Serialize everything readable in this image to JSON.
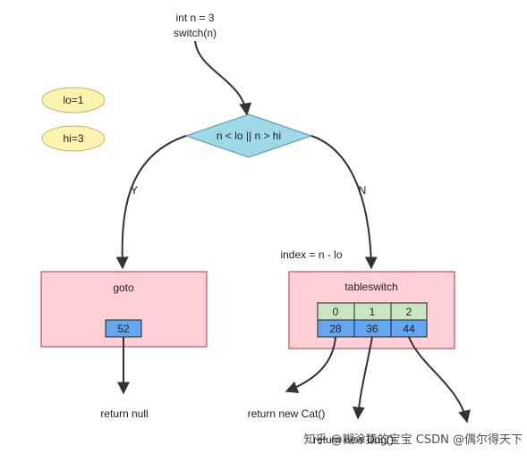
{
  "start": {
    "line1": "int n = 3",
    "line2": "switch(n)"
  },
  "vars": [
    {
      "label": "lo=1"
    },
    {
      "label": "hi=3"
    }
  ],
  "decision": {
    "label": "n < lo || n > hi"
  },
  "branches": {
    "yes": "Y",
    "no": "N"
  },
  "index_expr": "index = n - lo",
  "goto_box": {
    "title": "goto",
    "value": "52"
  },
  "table_box": {
    "title": "tableswitch",
    "keys": [
      "0",
      "1",
      "2"
    ],
    "offsets": [
      "28",
      "36",
      "44"
    ]
  },
  "returns": {
    "null": "return null",
    "cat": "return new Cat()",
    "third": "return new Dog()"
  },
  "watermark": "知乎 @糊涂猿的宝宝  CSDN @偶尔得天下",
  "colors": {
    "diamond_fill": "#9ED9E8",
    "box_fill": "#FFD0D8",
    "key_fill": "#C9E5C2",
    "offset_fill": "#63A7F0",
    "ellipse_fill": "#FFF3B0"
  }
}
